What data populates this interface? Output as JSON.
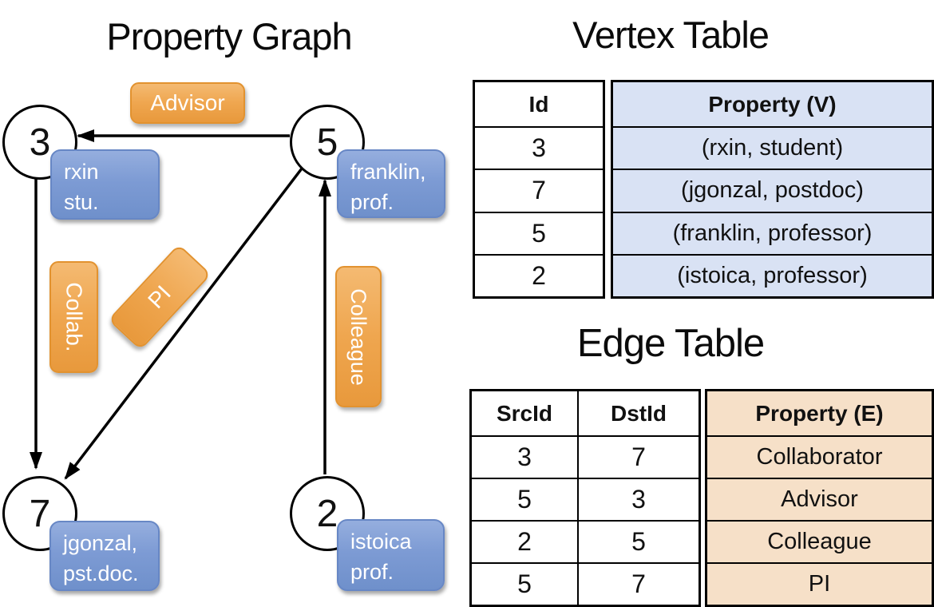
{
  "graph": {
    "title": "Property Graph",
    "vertices": [
      {
        "id": "3",
        "line1": "rxin",
        "line2": "stu."
      },
      {
        "id": "5",
        "line1": "franklin,",
        "line2": "prof."
      },
      {
        "id": "7",
        "line1": "jgonzal,",
        "line2": "pst.doc."
      },
      {
        "id": "2",
        "line1": "istoica",
        "line2": "prof."
      }
    ],
    "edges": [
      {
        "label": "Advisor"
      },
      {
        "label": "Collab."
      },
      {
        "label": "PI"
      },
      {
        "label": "Colleague"
      }
    ]
  },
  "vertex_table": {
    "title": "Vertex Table",
    "columns": [
      "Id",
      "Property (V)"
    ],
    "rows": [
      [
        "3",
        "(rxin, student)"
      ],
      [
        "7",
        "(jgonzal, postdoc)"
      ],
      [
        "5",
        "(franklin, professor)"
      ],
      [
        "2",
        "(istoica, professor)"
      ]
    ]
  },
  "edge_table": {
    "title": "Edge Table",
    "columns": [
      "SrcId",
      "DstId",
      "Property (E)"
    ],
    "rows": [
      [
        "3",
        "7",
        "Collaborator"
      ],
      [
        "5",
        "3",
        "Advisor"
      ],
      [
        "2",
        "5",
        "Colleague"
      ],
      [
        "5",
        "7",
        "PI"
      ]
    ]
  },
  "colors": {
    "vertex_box": "#7d9bd4",
    "edge_box": "#efa64f",
    "vertex_table_cell": "#d9e2f4",
    "edge_table_cell": "#f6e0c8",
    "line": "#000000"
  }
}
